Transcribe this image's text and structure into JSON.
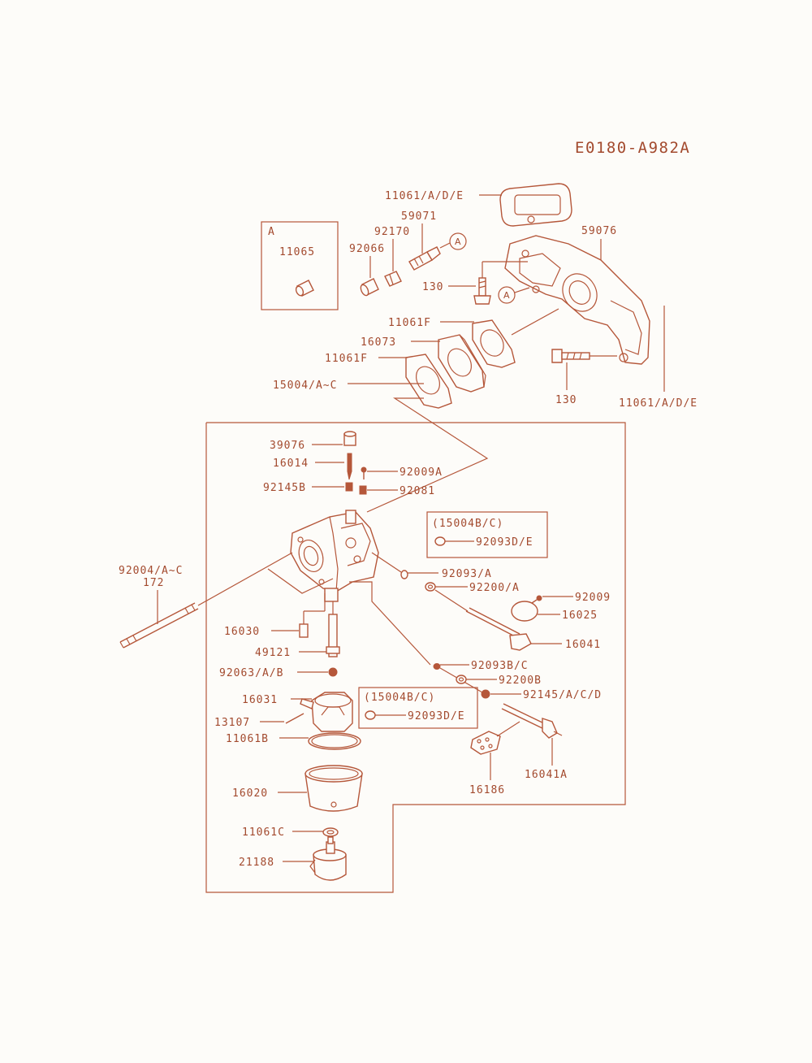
{
  "diagram_code": "E0180-A982A",
  "inset_box": {
    "title": "A",
    "part": "11065"
  },
  "callouts": {
    "ref_a": "A"
  },
  "labels": {
    "p11061_ade_top": "11061/A/D/E",
    "p59071": "59071",
    "p92170": "92170",
    "p92066": "92066",
    "p59076": "59076",
    "p130_top": "130",
    "p11061f_upper": "11061F",
    "p16073": "16073",
    "p11061f_lower": "11061F",
    "p130_bottom": "130",
    "p11061_ade_bottom": "11061/A/D/E",
    "p15004_ac": "15004/A~C",
    "p39076": "39076",
    "p16014": "16014",
    "p92009a": "92009A",
    "p92145b": "92145B",
    "p92081": "92081",
    "box1_title": "(15004B/C)",
    "box1_part": "92093D/E",
    "p92004": "92004/A~C",
    "p172": "172",
    "p92093_a": "92093/A",
    "p92200_a": "92200/A",
    "p92009": "92009",
    "p16025": "16025",
    "p16041": "16041",
    "p16030": "16030",
    "p49121": "49121",
    "p92063": "92063/A/B",
    "p92093bc": "92093B/C",
    "p92200b": "92200B",
    "p92145acd": "92145/A/C/D",
    "p16031": "16031",
    "p13107": "13107",
    "p11061b": "11061B",
    "box2_title": "(15004B/C)",
    "box2_part": "92093D/E",
    "p16041a": "16041A",
    "p16186": "16186",
    "p16020": "16020",
    "p11061c": "11061C",
    "p21188": "21188"
  },
  "colors": {
    "line": "#b5573a",
    "text": "#a34a2e",
    "background": "#fdfcf9"
  }
}
